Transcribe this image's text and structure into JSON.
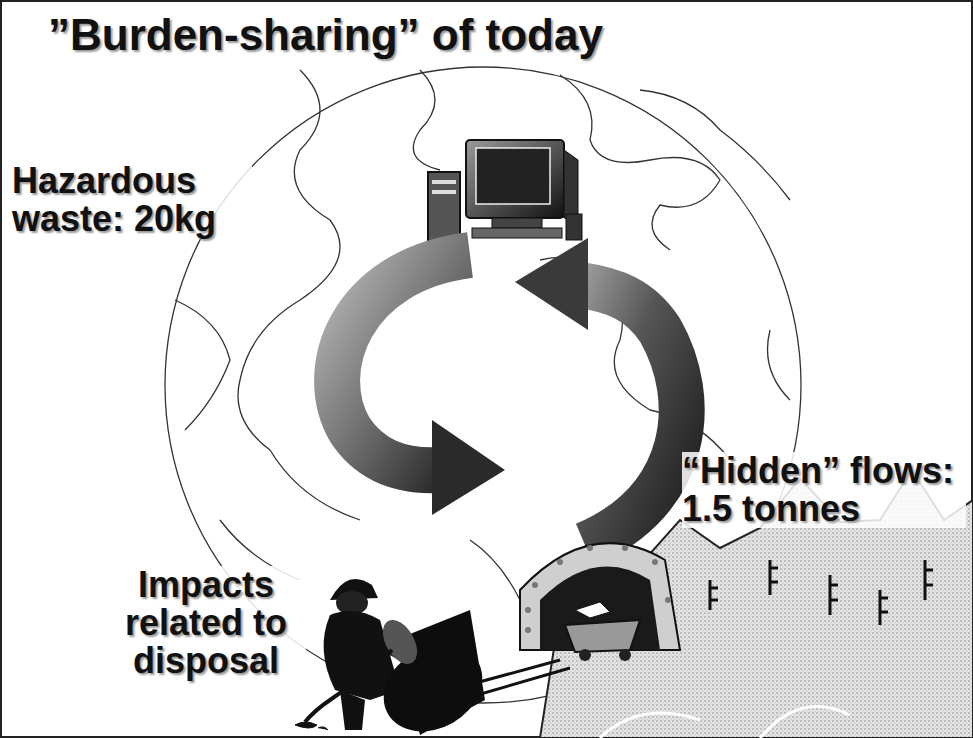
{
  "diagram": {
    "title": "”Burden-sharing” of today",
    "labels": [
      "Hazardous waste: 20kg",
      "“Hidden” flows: 1.5 tonnes",
      "Impacts related to disposal"
    ]
  }
}
